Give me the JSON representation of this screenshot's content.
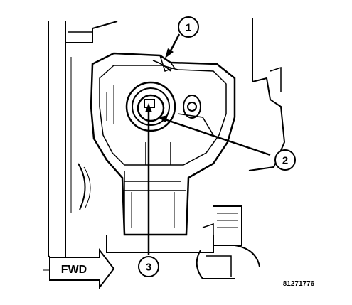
{
  "diagram": {
    "callouts": [
      {
        "number": "1"
      },
      {
        "number": "2"
      },
      {
        "number": "3"
      }
    ],
    "direction_label": "FWD",
    "figure_id": "81271776"
  }
}
